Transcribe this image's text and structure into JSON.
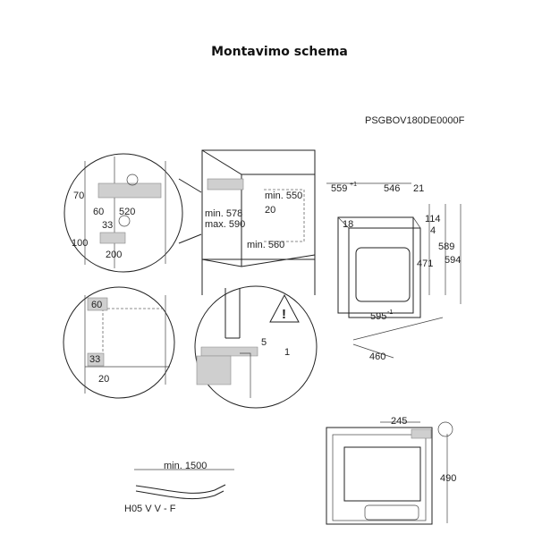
{
  "title": "Montavimo schema",
  "model_code": "PSGBOV180DE0000F",
  "detail_top_left": {
    "dims": [
      "70",
      "60",
      "520",
      "33",
      "100",
      "200"
    ]
  },
  "cabinet": {
    "dims": [
      "min. 550",
      "20",
      "min. 578",
      "max. 590",
      "min. 560"
    ]
  },
  "oven": {
    "dims": [
      "559",
      "+1",
      "546",
      "21",
      "18",
      "114",
      "4",
      "589",
      "594",
      "471",
      "595",
      "-1",
      "460"
    ]
  },
  "detail_bottom_left": {
    "dims": [
      "60",
      "33",
      "20"
    ]
  },
  "detail_bottom_mid": {
    "dims": [
      "5",
      "1"
    ],
    "warning_glyph": "!"
  },
  "front_view": {
    "dims": [
      "245",
      "490"
    ]
  },
  "cable": {
    "length_label": "min. 1500",
    "type_label": "H05 V V - F"
  }
}
